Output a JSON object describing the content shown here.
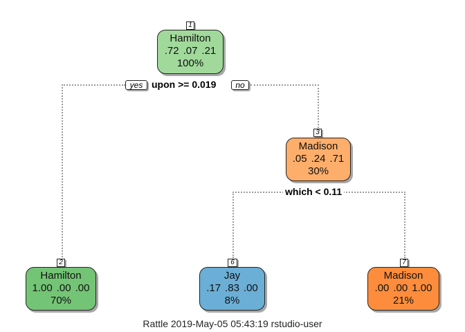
{
  "nodes": {
    "n1": {
      "id": "1",
      "class": "Hamilton",
      "probs": [
        ".72",
        ".07",
        ".21"
      ],
      "pct": "100%",
      "color": "#a1d99b"
    },
    "n2": {
      "id": "2",
      "class": "Hamilton",
      "probs": [
        "1.00",
        ".00",
        ".00"
      ],
      "pct": "70%",
      "color": "#74c476"
    },
    "n3": {
      "id": "3",
      "class": "Madison",
      "probs": [
        ".05",
        ".24",
        ".71"
      ],
      "pct": "30%",
      "color": "#fdae6b"
    },
    "n6": {
      "id": "6",
      "class": "Jay",
      "probs": [
        ".17",
        ".83",
        ".00"
      ],
      "pct": "8%",
      "color": "#6baed6"
    },
    "n7": {
      "id": "7",
      "class": "Madison",
      "probs": [
        ".00",
        ".00",
        "1.00"
      ],
      "pct": "21%",
      "color": "#fd8d3c"
    }
  },
  "splits": {
    "s1": "upon >= 0.019",
    "s3": "which < 0.11"
  },
  "branch_labels": {
    "yes": "yes",
    "no": "no"
  },
  "caption": "Rattle 2019-May-05 05:43:19 rstudio-user"
}
